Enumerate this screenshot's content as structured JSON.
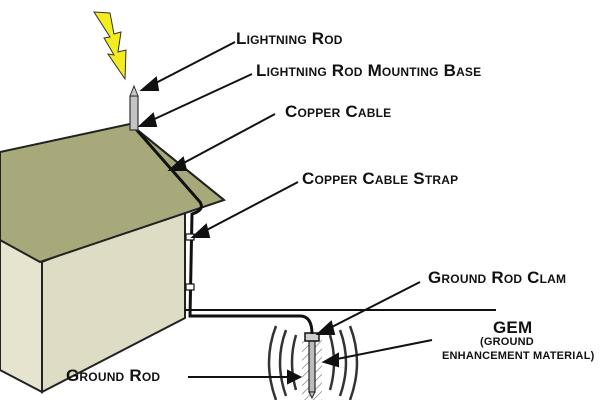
{
  "labels": {
    "lightning_rod": "Lightning Rod",
    "mounting_base": "Lightning Rod Mounting Base",
    "copper_cable": "Copper Cable",
    "copper_cable_strap": "Copper Cable Strap",
    "ground_rod_clamp": "Ground Rod Clam",
    "gem": "GEM",
    "gem_line1": "(GROUND",
    "gem_line2": "ENHANCEMENT MATERIAL)",
    "ground_rod": "Ground Rod"
  },
  "colors": {
    "roof": "#a8a97a",
    "wall": "#e6e4cf",
    "lightning": "#f3ec1e",
    "cable": "#111111",
    "rod": "#b8b8b8",
    "soil_hatch": "#555555"
  }
}
